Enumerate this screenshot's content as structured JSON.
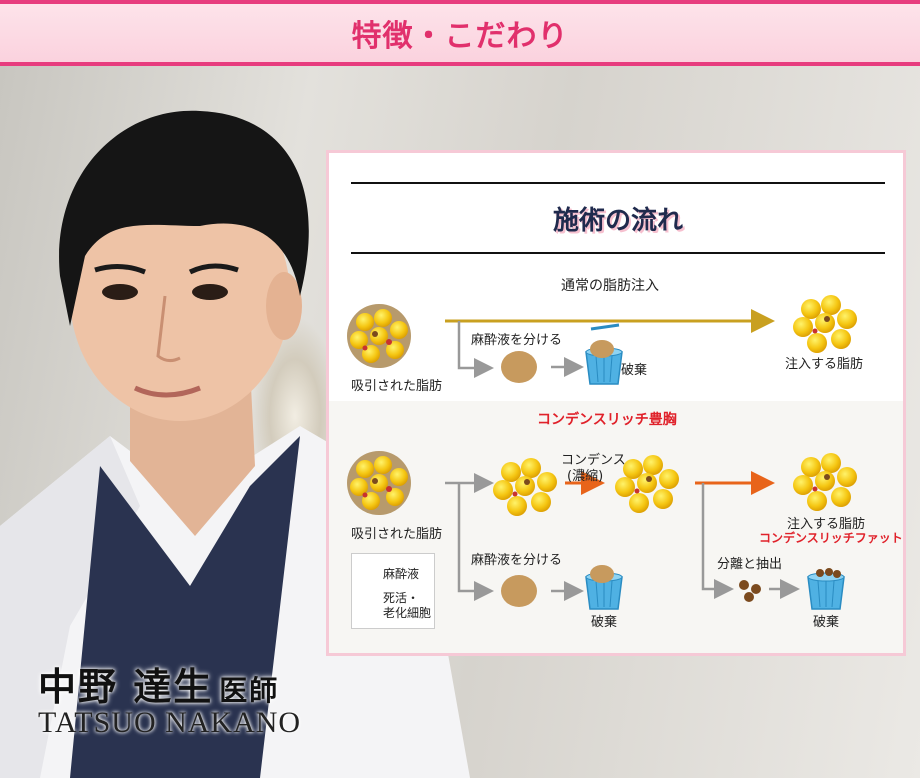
{
  "header": {
    "title": "特徴・こだわり"
  },
  "doctor": {
    "name_jp": "中野 達生",
    "title_jp": "医師",
    "name_en": "TATSUO NAKANO"
  },
  "flow": {
    "title": "施術の流れ",
    "normal": {
      "heading": "通常の脂肪注入",
      "source_label": "吸引された脂肪",
      "branch_label": "麻酔液を分ける",
      "discard_label": "破棄",
      "result_label": "注入する脂肪"
    },
    "condense": {
      "heading": "コンデンスリッチ豊胸",
      "source_label": "吸引された脂肪",
      "condense_label_1": "コンデンス",
      "condense_label_2": "(濃縮)",
      "branch_label": "麻酔液を分ける",
      "discard_label": "破棄",
      "result_label": "注入する脂肪",
      "result_sub": "コンデンスリッチファット",
      "separate_label": "分離と抽出",
      "discard2_label": "破棄"
    },
    "legend": {
      "item1": "麻酔液",
      "item2_line1": "死活・",
      "item2_line2": "老化細胞"
    }
  }
}
